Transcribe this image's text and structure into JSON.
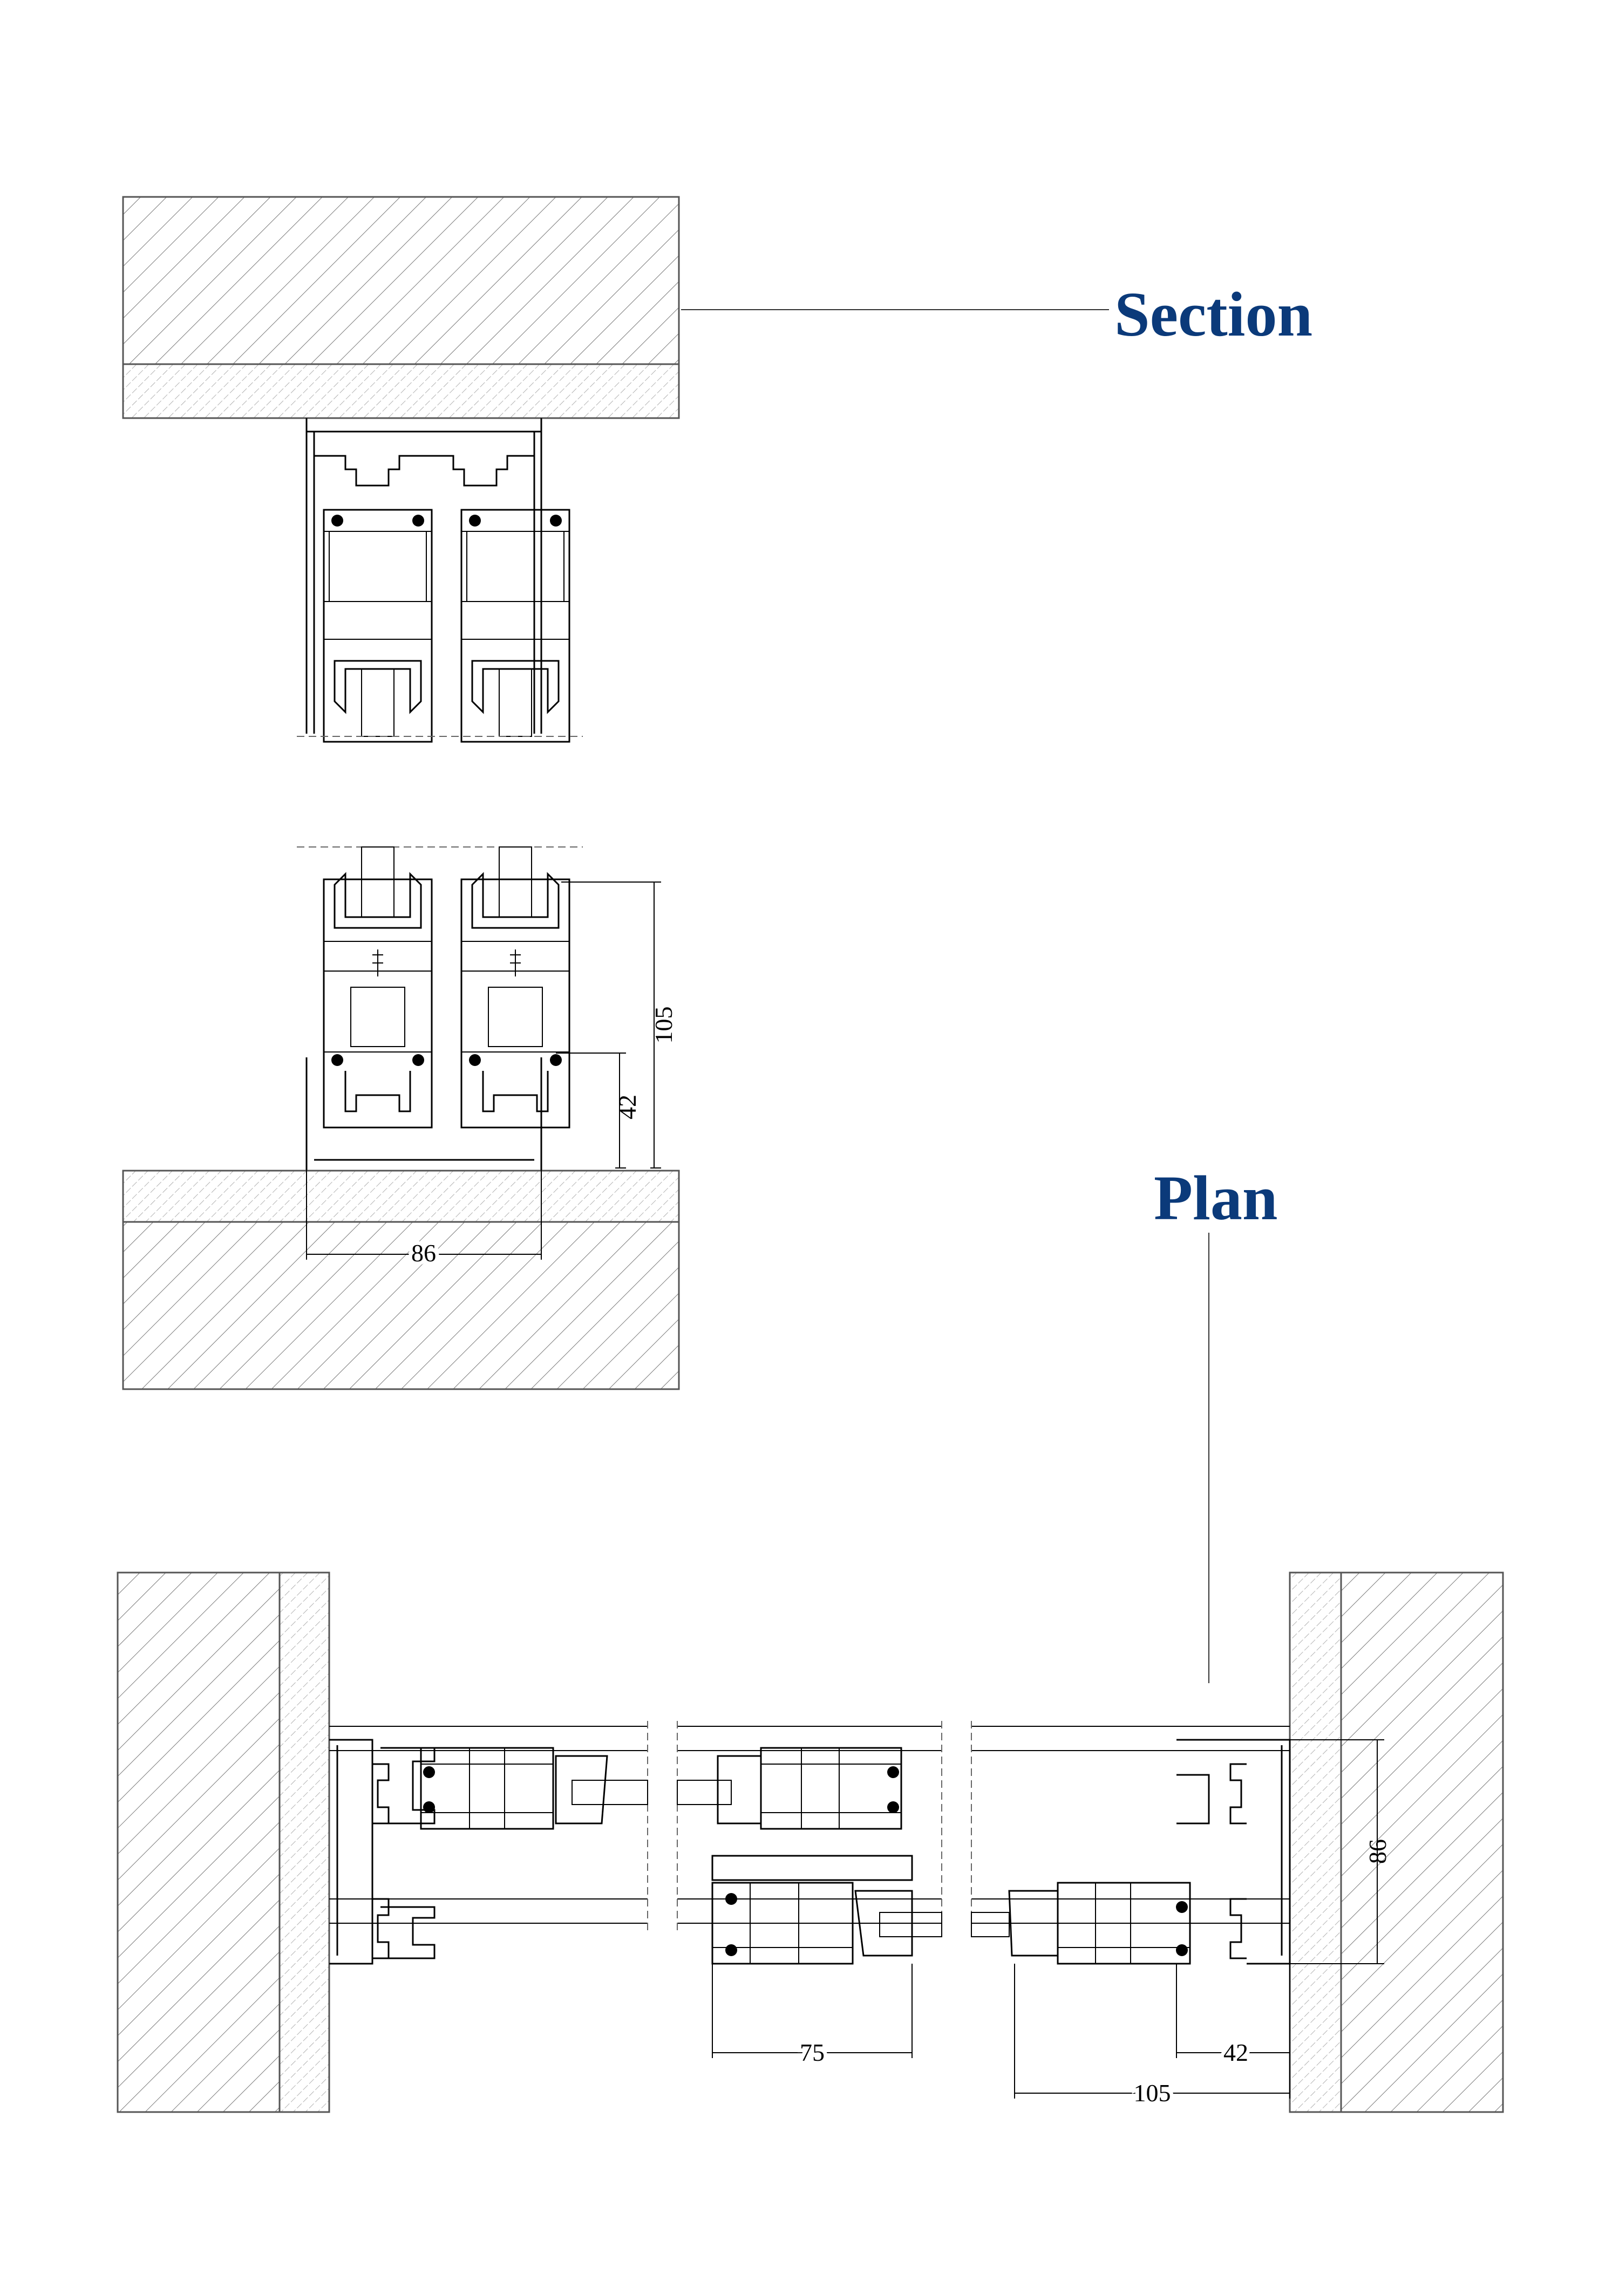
{
  "labels": {
    "section": "Section",
    "plan": "Plan"
  },
  "colors": {
    "title": "#0b3a7a",
    "line": "#000000",
    "hatch": "#7a7a7a"
  },
  "section": {
    "dimensions": {
      "height_total": "105",
      "height_sill": "42",
      "width": "86"
    }
  },
  "plan": {
    "dimensions": {
      "interlock": "75",
      "jamb_outer": "42",
      "jamb_total": "105",
      "depth": "86"
    }
  }
}
